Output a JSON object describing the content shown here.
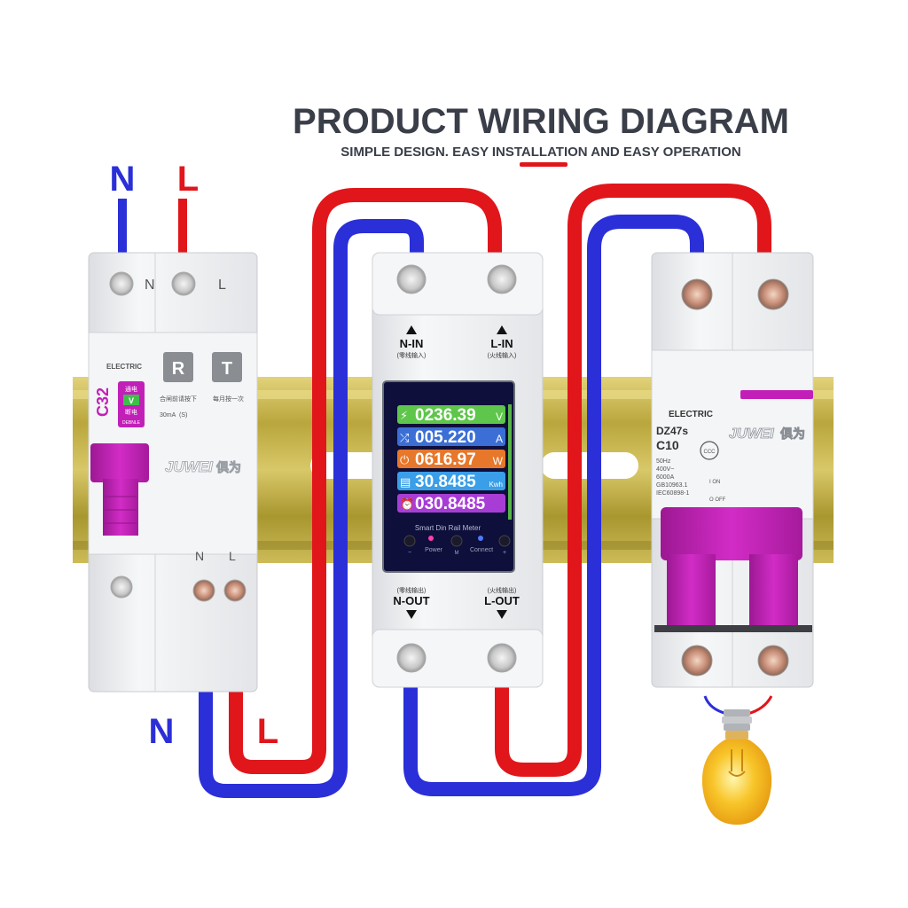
{
  "header": {
    "title": "PRODUCT WIRING DIAGRAM",
    "subtitle": "SIMPLE DESIGN. EASY INSTALLATION AND EASY OPERATION"
  },
  "colors": {
    "neutral_wire": "#2b2fd8",
    "live_wire": "#e0161b",
    "accent_magenta": "#c21fb8",
    "din_rail": "#c9b64a",
    "breaker_body": "#f1f2f4",
    "screen_bg": "#0e0f3a"
  },
  "supply": {
    "neutral": "N",
    "live": "L"
  },
  "output": {
    "neutral": "N",
    "live": "L"
  },
  "rcbo": {
    "brand_top": "ELECTRIC",
    "rating": "C32",
    "tag_top": "通电",
    "tag_v": "V",
    "tag_bottom": "断电",
    "tag_label": "DEBNLE",
    "btn_r": "R",
    "btn_t": "T",
    "cap_r": "合闸前请按下",
    "cap_t": "每月按一次",
    "current": "30mA",
    "current_unit": "(S)",
    "brand": "JUWEI",
    "brand_cn": "俱为",
    "term_top_n": "N",
    "term_top_l": "L",
    "term_bot_n": "N",
    "term_bot_l": "L"
  },
  "meter": {
    "n_in": "N-IN",
    "n_in_cn": "(零线输入)",
    "l_in": "L-IN",
    "l_in_cn": "(火线输入)",
    "n_out": "N-OUT",
    "n_out_cn": "(零线输出)",
    "l_out": "L-OUT",
    "l_out_cn": "(火线输出)",
    "readings": [
      {
        "value": "0236.39",
        "unit": "V",
        "color": "#5ec64a",
        "icon": "bolt-icon"
      },
      {
        "value": "005.220",
        "unit": "A",
        "color": "#3b6fd6",
        "icon": "shuffle-icon"
      },
      {
        "value": "0616.97",
        "unit": "W",
        "color": "#e7772a",
        "icon": "power-icon"
      },
      {
        "value": "30.8485",
        "unit": "Kwh",
        "color": "#3a9ee8",
        "icon": "calendar-icon"
      },
      {
        "value": "030.8485",
        "unit": "",
        "color": "#a83dd6",
        "icon": "alarm-icon"
      }
    ],
    "screen_footer": "Smart Din Rail Meter",
    "power_label": "Power",
    "connect_label": "Connect",
    "minus": "−",
    "m": "M",
    "plus": "+"
  },
  "breaker": {
    "brand_top": "ELECTRIC",
    "model": "DZ47s",
    "rating": "C10",
    "brand": "JUWEI",
    "brand_cn": "俱为",
    "spec": [
      "50Hz",
      "400V~",
      "6000A",
      "GB10963.1",
      "IEC60898-1"
    ],
    "on": "I ON",
    "off": "O OFF"
  }
}
